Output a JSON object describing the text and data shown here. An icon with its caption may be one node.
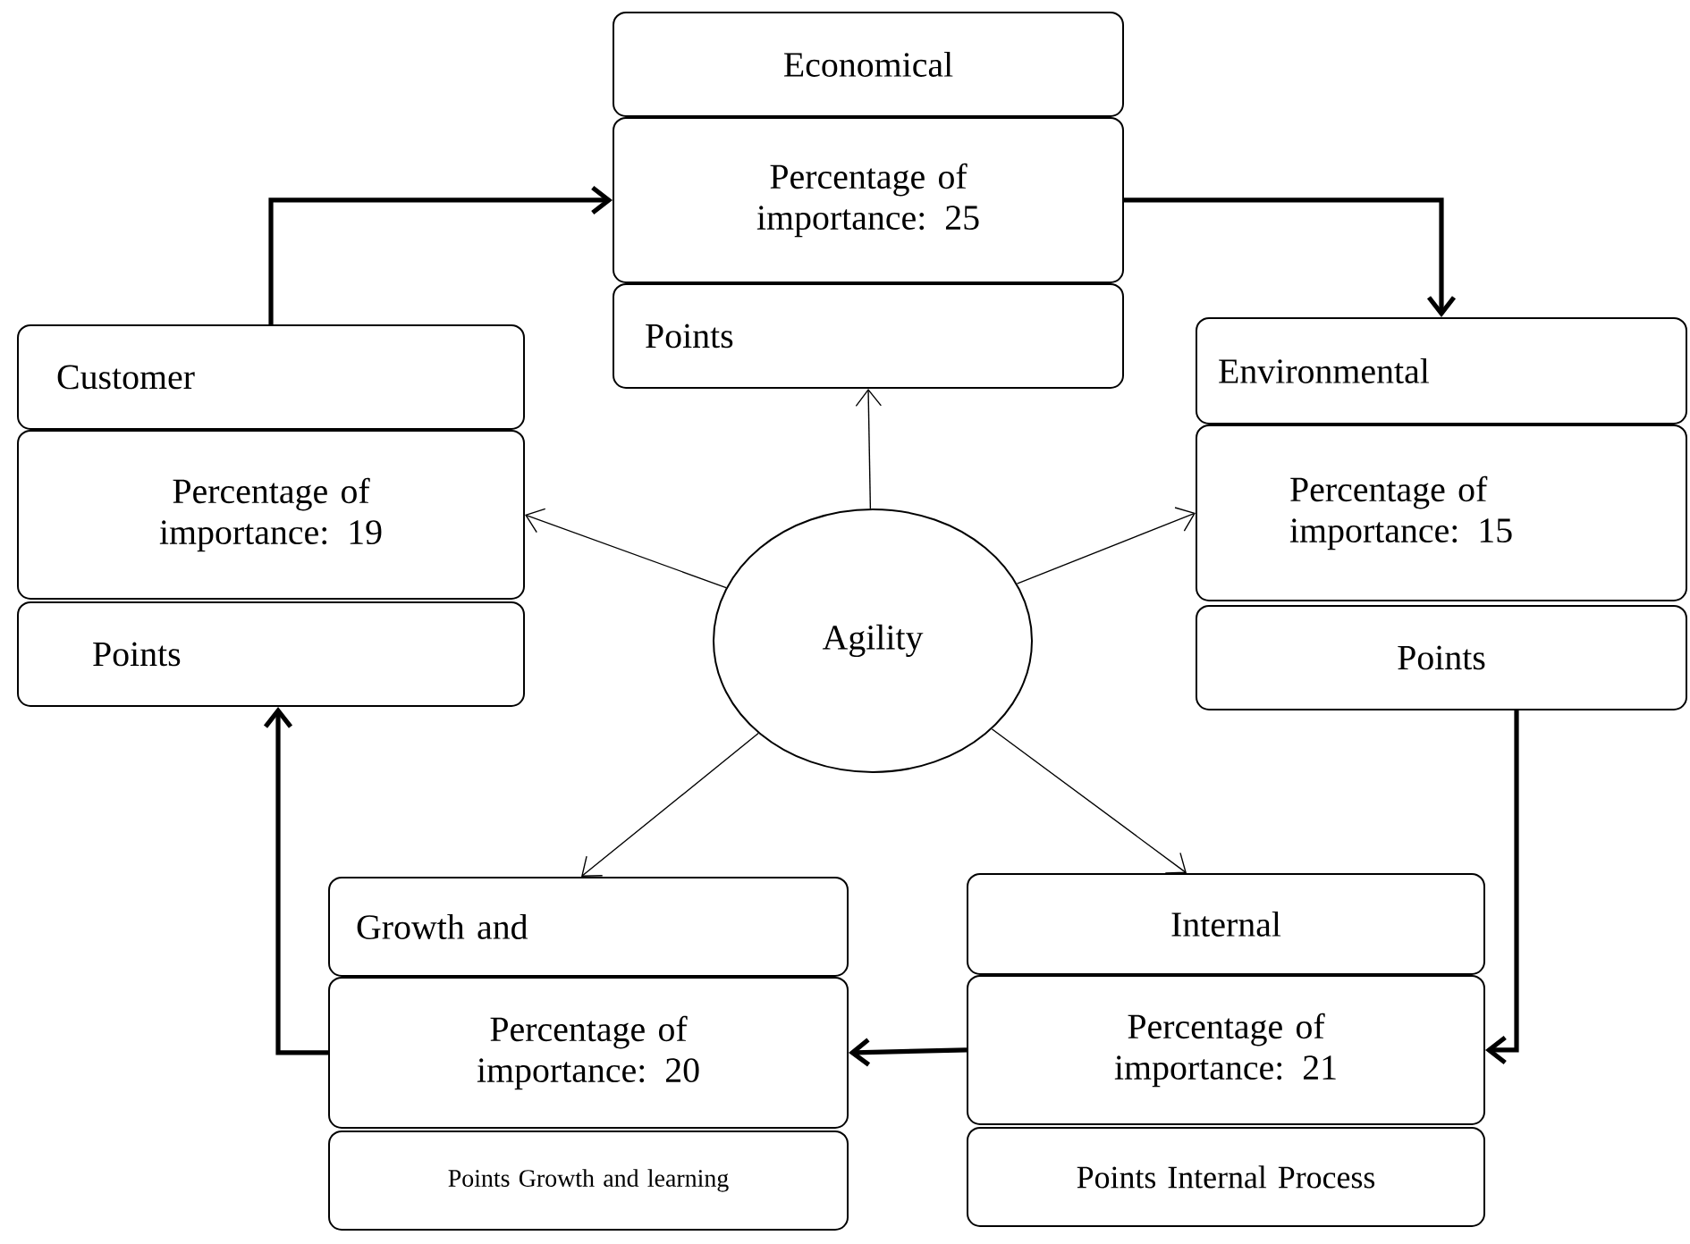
{
  "diagram": {
    "nodes": [
      {
        "text": [
          "Economical"
        ]
      },
      {
        "text": [
          "Percentage of importance: 25"
        ]
      },
      {
        "text": [
          "Points"
        ]
      },
      {
        "text": [
          "Customer"
        ]
      },
      {
        "text": [
          "Percentage of importance: 19"
        ]
      },
      {
        "text": [
          "Points"
        ]
      },
      {
        "text": [
          "Environmental"
        ]
      },
      {
        "text": [
          "Percentage of importance: 15"
        ]
      },
      {
        "text": [
          "Points"
        ]
      },
      {
        "text": [
          "Agility"
        ]
      },
      {
        "text": [
          "Growth and"
        ]
      },
      {
        "text": [
          "Percentage of importance: 20"
        ]
      },
      {
        "text": [
          "Points Growth and learning"
        ]
      },
      {
        "text": [
          "Internal"
        ]
      },
      {
        "text": [
          "Percentage of importance: 21"
        ]
      },
      {
        "text": [
          "Points Internal Process"
        ]
      }
    ],
    "edges": [
      {
        "from": 3,
        "to": 1,
        "arrow": "to",
        "style": "thick"
      },
      {
        "from": 1,
        "to": 6,
        "arrow": "to",
        "style": "thick"
      },
      {
        "from": 8,
        "to": 14,
        "arrow": "to",
        "style": "thick"
      },
      {
        "from": 14,
        "to": 11,
        "arrow": "to",
        "style": "thick"
      },
      {
        "from": 11,
        "to": 5,
        "arrow": "to",
        "style": "thick"
      },
      {
        "from": 9,
        "to": 2,
        "arrow": "to"
      },
      {
        "from": 9,
        "to": 4,
        "arrow": "to"
      },
      {
        "from": 9,
        "to": 7,
        "arrow": "to"
      },
      {
        "from": 9,
        "to": 10,
        "arrow": "to"
      },
      {
        "from": 9,
        "to": 13,
        "arrow": "to"
      }
    ]
  }
}
